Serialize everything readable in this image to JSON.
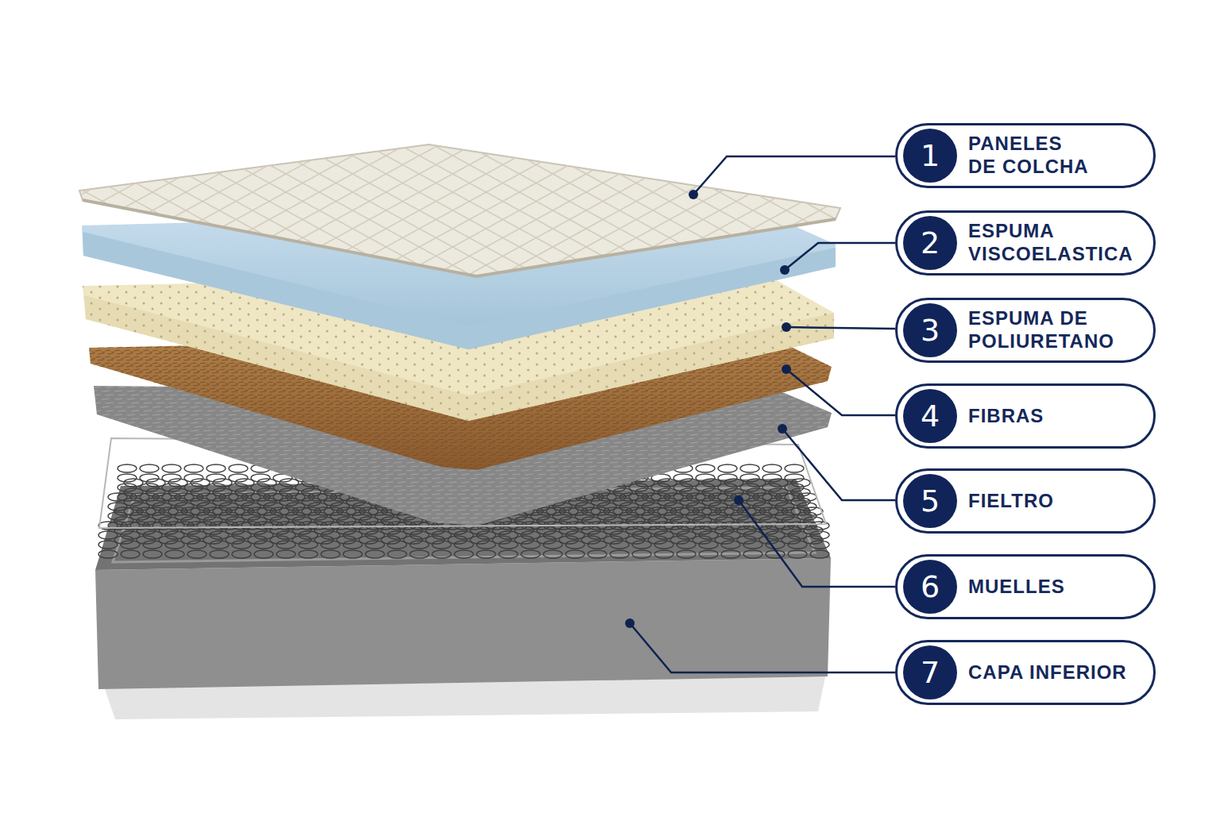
{
  "diagram": {
    "nodes": [
      {
        "text": [
          "PANELES DE COLCHA"
        ]
      },
      {
        "text": [
          "1"
        ],
        "in": 0
      },
      {
        "text": [
          "ESPUMA VISCOELASTICA"
        ]
      },
      {
        "text": [
          "2"
        ],
        "in": 2
      },
      {
        "text": [
          "ESPUMA DE POLIURETANO"
        ]
      },
      {
        "text": [
          "3"
        ],
        "in": 4
      },
      {
        "text": [
          "FIBRAS"
        ]
      },
      {
        "text": [
          "4"
        ],
        "in": 6
      },
      {
        "text": [
          "FIELTRO"
        ]
      },
      {
        "text": [
          "5"
        ],
        "in": 8
      },
      {
        "text": [
          "MUELLES"
        ]
      },
      {
        "text": [
          "6"
        ],
        "in": 10
      },
      {
        "text": [
          "CAPA INFERIOR"
        ]
      },
      {
        "text": [
          "7"
        ],
        "in": 12
      }
    ]
  }
}
